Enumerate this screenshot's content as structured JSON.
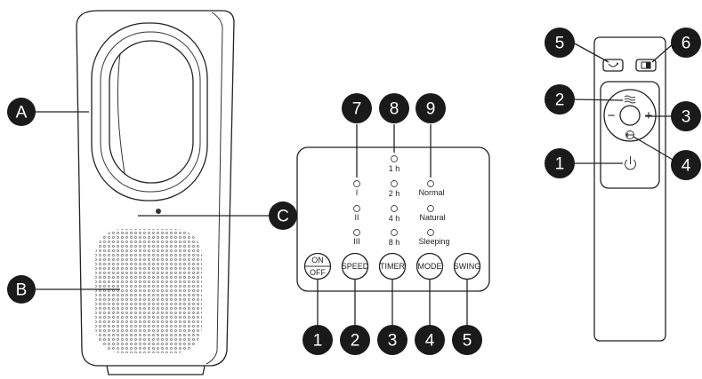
{
  "device_labels": {
    "a": "A",
    "b": "B",
    "c": "C"
  },
  "panel": {
    "speed_levels": [
      "I",
      "II",
      "III"
    ],
    "timer_levels": [
      "1 h",
      "2 h",
      "4 h",
      "8 h"
    ],
    "modes": [
      "Normal",
      "Natural",
      "Sleeping"
    ],
    "buttons": {
      "onoff_top": "ON",
      "onoff_bottom": "OFF",
      "speed": "SPEED",
      "timer": "TIMER",
      "mode": "MODE",
      "swing": "SWING"
    },
    "top_callouts": [
      "7",
      "8",
      "9"
    ],
    "bottom_callouts": [
      "1",
      "2",
      "3",
      "4",
      "5"
    ]
  },
  "remote": {
    "callouts": {
      "swing": "5",
      "display": "6",
      "speed": "2",
      "plus": "3",
      "mode": "4",
      "power": "1"
    },
    "symbols": {
      "minus": "−",
      "plus": "+"
    }
  }
}
